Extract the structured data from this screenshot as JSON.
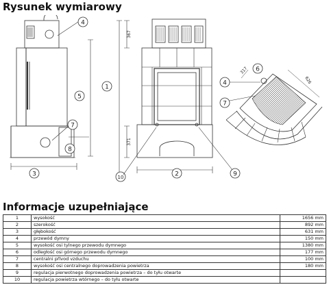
{
  "title": "Rysunek wymiarowy",
  "drawing": {
    "callouts": [
      "1",
      "2",
      "3",
      "4",
      "5",
      "6",
      "7",
      "8",
      "9",
      "10"
    ],
    "dims": {
      "d367": "367",
      "d371": "371",
      "d317": "317",
      "d626": "626"
    }
  },
  "info": {
    "heading": "Informacje uzupełniające",
    "rows": [
      {
        "num": "1",
        "label": "wysokość",
        "value": "1656 mm"
      },
      {
        "num": "2",
        "label": "szerokość",
        "value": "892 mm"
      },
      {
        "num": "3",
        "label": "głębokość",
        "value": "631 mm"
      },
      {
        "num": "4",
        "label": "przewód dymny",
        "value": "150 mm"
      },
      {
        "num": "5",
        "label": "wysokość osi tylnego przewodu dymnego",
        "value": "1380 mm"
      },
      {
        "num": "6",
        "label": "odległość osi górnego przewodu dymnego",
        "value": "177 mm"
      },
      {
        "num": "7",
        "label": "centralni přívod vzduchu",
        "value": "100 mm"
      },
      {
        "num": "8",
        "label": "wysokość osi centralnego doprowadzenia powietrza",
        "value": "180 mm"
      },
      {
        "num": "9",
        "label": "regulacja pierwotnego doprowadzenia powietrza – do tyłu otwarte",
        "value": ""
      },
      {
        "num": "10",
        "label": "regulacja powietrza wtórnego – do tyłu otwarte",
        "value": ""
      }
    ]
  }
}
